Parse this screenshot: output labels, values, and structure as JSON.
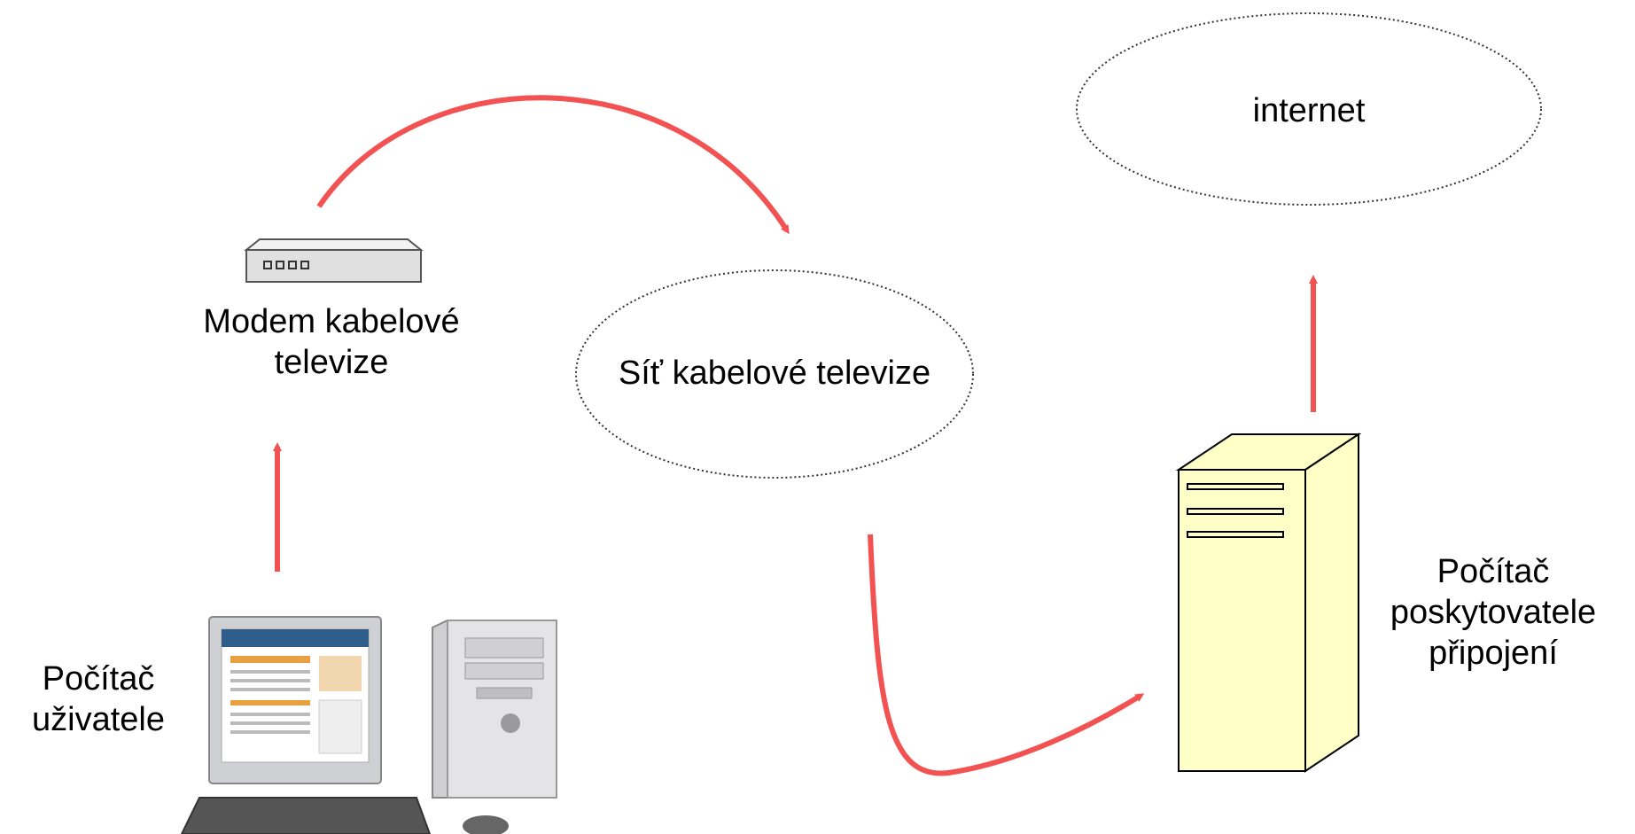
{
  "colors": {
    "arrow": "#f25252",
    "server_fill": "#ffffc8",
    "cloud_stroke": "#333333",
    "modem_fill": "#e0e0e0"
  },
  "nodes": {
    "user_pc": {
      "label_line1": "Počítač",
      "label_line2": "uživatele",
      "icon": "desktop-computer-icon"
    },
    "modem": {
      "label_line1": "Modem kabelové",
      "label_line2": "televize",
      "icon": "cable-modem-icon"
    },
    "cable_network": {
      "label": "Síť kabelové televize",
      "shape": "dotted-ellipse"
    },
    "provider_pc": {
      "label_line1": "Počítač",
      "label_line2": "poskytovatele",
      "label_line3": "připojení",
      "icon": "tower-server-icon"
    },
    "internet": {
      "label": "internet",
      "shape": "dotted-ellipse"
    }
  },
  "connections": [
    {
      "from": "user_pc",
      "to": "modem"
    },
    {
      "from": "modem",
      "to": "cable_network"
    },
    {
      "from": "cable_network",
      "to": "provider_pc"
    },
    {
      "from": "provider_pc",
      "to": "internet"
    }
  ]
}
